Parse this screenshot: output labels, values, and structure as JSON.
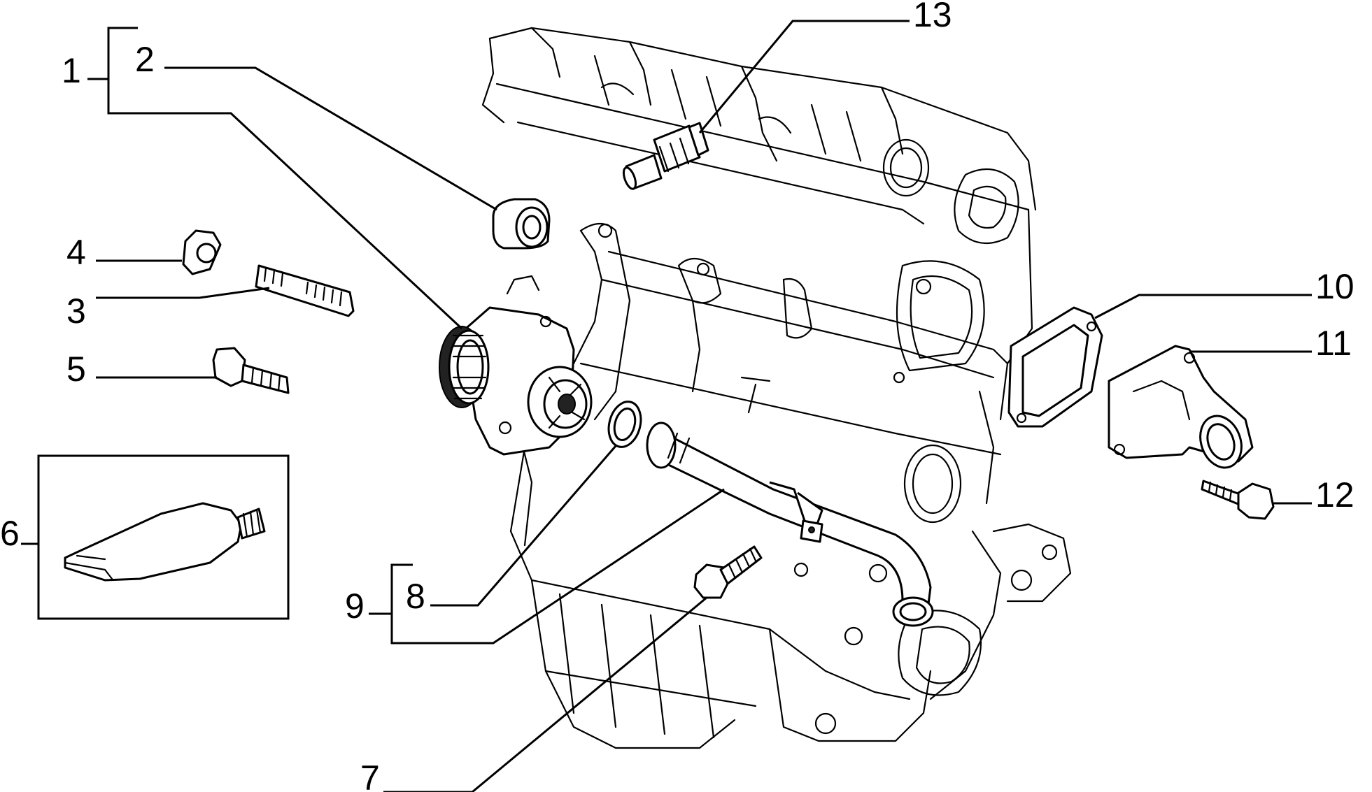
{
  "diagram": {
    "type": "exploded-parts-diagram",
    "subject": "engine cooling components",
    "line_color": "#000000",
    "background": "#ffffff",
    "callouts": [
      {
        "id": "1",
        "text": "1",
        "part": "water pump assembly"
      },
      {
        "id": "2",
        "text": "2",
        "part": "pulley / spacer"
      },
      {
        "id": "3",
        "text": "3",
        "part": "stud"
      },
      {
        "id": "4",
        "text": "4",
        "part": "nut"
      },
      {
        "id": "5",
        "text": "5",
        "part": "bolt"
      },
      {
        "id": "6",
        "text": "6",
        "part": "sealant tube"
      },
      {
        "id": "7",
        "text": "7",
        "part": "bolt"
      },
      {
        "id": "8",
        "text": "8",
        "part": "seal ring"
      },
      {
        "id": "9",
        "text": "9",
        "part": "coolant pipe assembly"
      },
      {
        "id": "10",
        "text": "10",
        "part": "gasket"
      },
      {
        "id": "11",
        "text": "11",
        "part": "thermostat housing"
      },
      {
        "id": "12",
        "text": "12",
        "part": "bolt"
      },
      {
        "id": "13",
        "text": "13",
        "part": "temperature sender"
      }
    ]
  }
}
